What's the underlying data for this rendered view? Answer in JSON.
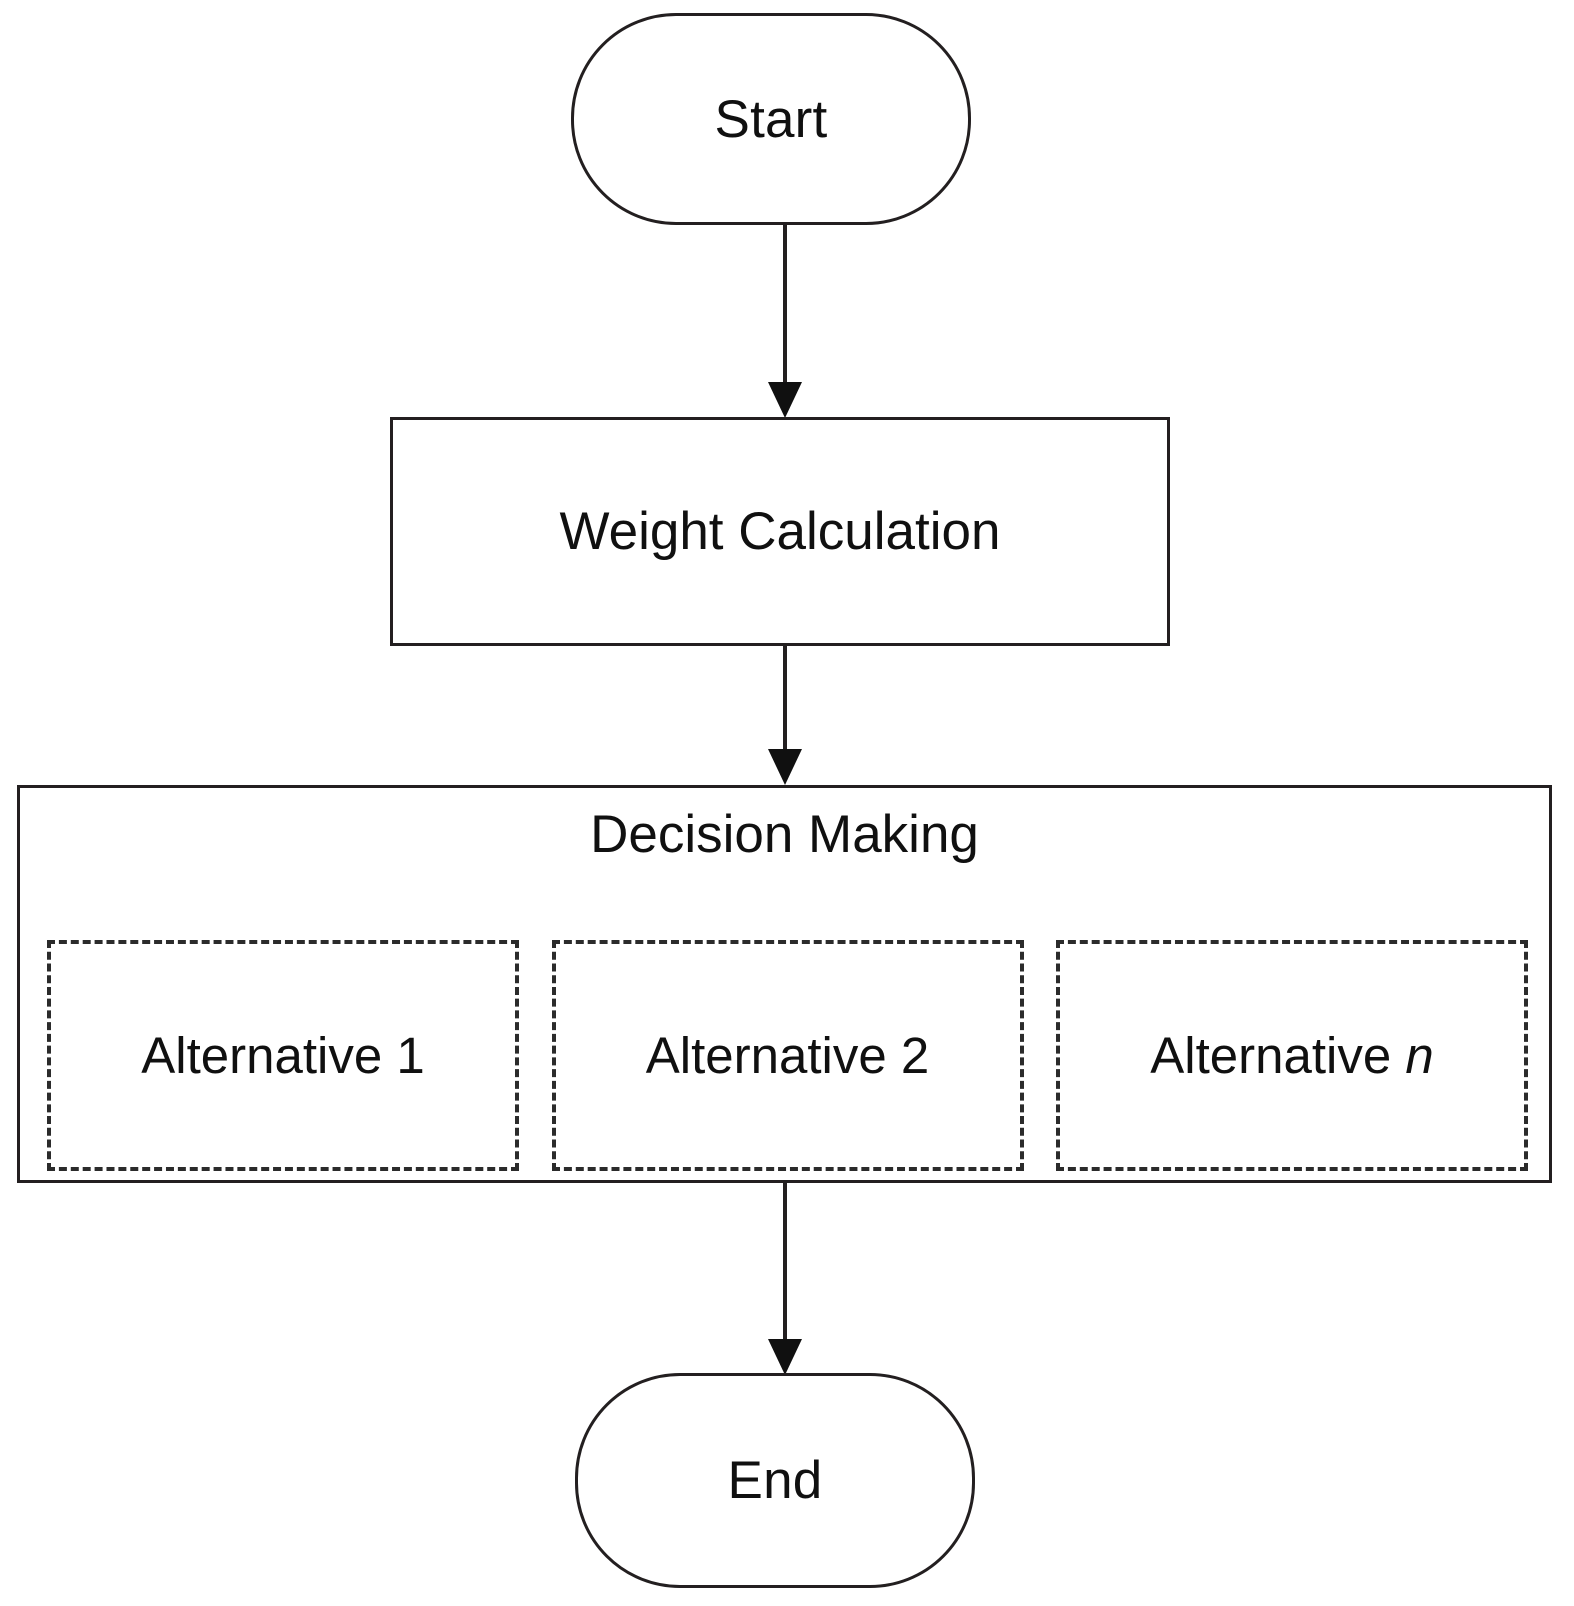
{
  "diagram": {
    "title": "Decision making process flowchart",
    "background": "#ffffff",
    "stroke_color": "#231f20",
    "text_color": "#101010"
  },
  "nodes": {
    "start": {
      "label": "Start",
      "shape": "terminator"
    },
    "weight_calculation": {
      "label": "Weight Calculation",
      "shape": "process"
    },
    "decision_making": {
      "label": "Decision Making",
      "shape": "container",
      "alternatives": [
        {
          "label": "Alternative 1",
          "label_plain": "Alternative 1",
          "italic_suffix": ""
        },
        {
          "label": "Alternative 2",
          "label_plain": "Alternative 2",
          "italic_suffix": ""
        },
        {
          "label": "Alternative ",
          "label_plain": "Alternative n",
          "italic_suffix": "n"
        }
      ]
    },
    "end": {
      "label": "End",
      "shape": "terminator"
    }
  },
  "edges": [
    {
      "name": "start-to-weight",
      "from": "start",
      "to": "weight_calculation",
      "arrow": "down"
    },
    {
      "name": "weight-to-decision",
      "from": "weight_calculation",
      "to": "decision_making",
      "arrow": "down"
    },
    {
      "name": "decision-to-end",
      "from": "decision_making",
      "to": "end",
      "arrow": "down"
    }
  ]
}
